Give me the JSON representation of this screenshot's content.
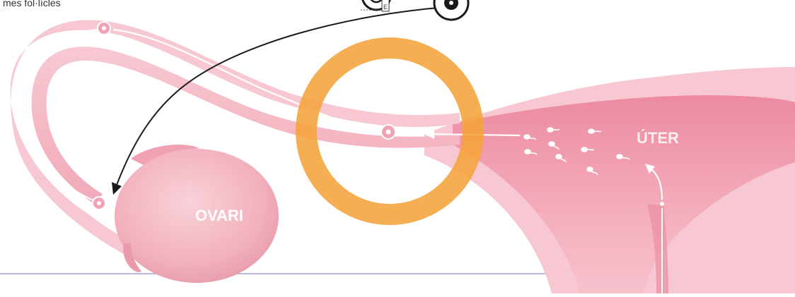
{
  "labels": {
    "top_left": "mes fol·lícles",
    "ovary": "OVARI",
    "uterus": "ÚTER",
    "inset_small": "E"
  },
  "colors": {
    "tissue_light": "#f7c7d0",
    "tissue_mid": "#f2a3b3",
    "tissue_dark": "#e9798f",
    "tube_core": "#f6b4c1",
    "ovary_fill": "#f4b8c3",
    "ovary_shade": "#eaa0ae",
    "highlight_ring": "#f5a33a",
    "rule_line": "#b7b8dc",
    "arrow_black": "#1a1a1a",
    "white": "#ffffff"
  },
  "icons": [
    "egg-icon",
    "sperm-icon",
    "fertilized-egg-icon"
  ]
}
